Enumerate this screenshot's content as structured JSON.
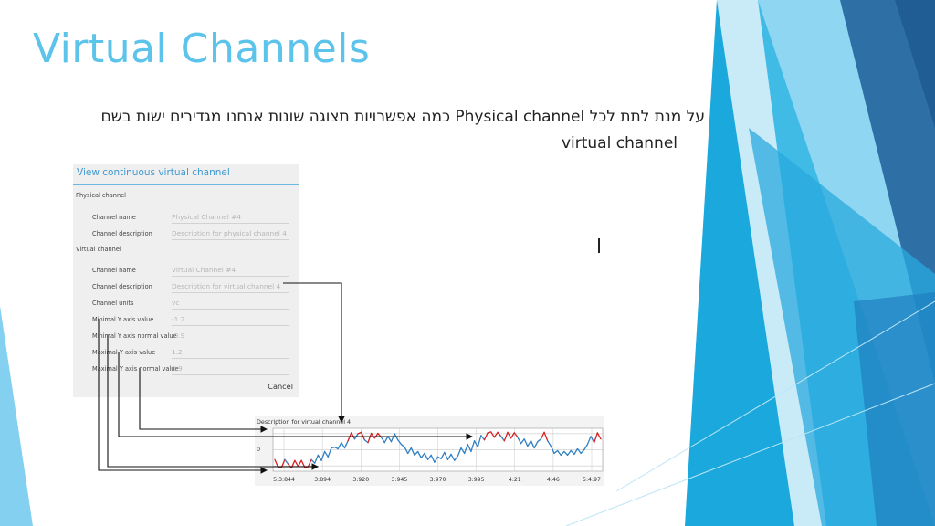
{
  "slide": {
    "title": "Virtual Channels",
    "subtitle_line1": "על מנת לתת לכל Physical channel כמה אפשרויות תצוגה שונות אנחנו מגדירים ישות בשם",
    "subtitle_line2": "virtual channel"
  },
  "dialog": {
    "title": "View continuous virtual channel",
    "physical_section": "Physical channel",
    "physical_fields": [
      {
        "label": "Channel name",
        "value": "Physical Channel #4"
      },
      {
        "label": "Channel description",
        "value": "Description for physical channel 4"
      }
    ],
    "virtual_section": "Virtual channel",
    "virtual_fields": [
      {
        "label": "Channel name",
        "value": "Virtual Channel #4"
      },
      {
        "label": "Channel description",
        "value": "Description for virtual channel 4"
      },
      {
        "label": "Channel units",
        "value": "vc"
      },
      {
        "label": "Minimal Y axis value",
        "value": "-1.2"
      },
      {
        "label": "Minimal Y axis normal value",
        "value": "-0.9"
      },
      {
        "label": "Maximal Y axis value",
        "value": "1.2"
      },
      {
        "label": "Maximal Y axis normal value",
        "value": "0.9"
      }
    ],
    "cancel_label": "Cancel"
  },
  "chart_data": {
    "type": "line",
    "description": "Description for virtual channel 4",
    "x_labels": [
      "5:3:844",
      "3:894",
      "3:920",
      "3:945",
      "3:970",
      "3:995",
      "4:21",
      "4:46",
      "5:4:97"
    ],
    "y_label_zero": "0",
    "ylim": [
      -1.2,
      1.2
    ],
    "normal_range": [
      -0.9,
      0.9
    ],
    "grid": true,
    "colors": {
      "normal": "#2f7fc4",
      "out_of_range": "#d61f1f"
    },
    "values": [
      -0.55,
      -0.98,
      -1.0,
      -0.55,
      -0.8,
      -1.02,
      -0.6,
      -0.92,
      -0.6,
      -0.98,
      -0.95,
      -0.55,
      -0.75,
      -0.3,
      -0.6,
      -0.1,
      -0.4,
      0.1,
      0.15,
      0.05,
      0.4,
      0.1,
      0.5,
      0.95,
      0.6,
      0.9,
      0.98,
      0.55,
      0.4,
      0.92,
      0.65,
      0.92,
      0.7,
      0.4,
      0.75,
      0.45,
      0.9,
      0.55,
      0.3,
      0.15,
      -0.2,
      0.1,
      -0.3,
      -0.1,
      -0.45,
      -0.2,
      -0.55,
      -0.3,
      -0.7,
      -0.4,
      -0.5,
      -0.15,
      -0.55,
      -0.25,
      -0.6,
      -0.35,
      0.1,
      -0.2,
      0.3,
      -0.1,
      0.5,
      0.15,
      0.8,
      0.55,
      0.95,
      1.0,
      0.7,
      0.98,
      0.75,
      0.5,
      0.98,
      0.65,
      0.95,
      0.7,
      0.35,
      0.6,
      0.2,
      0.5,
      0.1,
      0.45,
      0.6,
      0.98,
      0.5,
      0.2,
      -0.2,
      -0.05,
      -0.3,
      -0.1,
      -0.3,
      -0.05,
      -0.25,
      0.05,
      -0.2,
      0.0,
      0.3,
      0.75,
      0.4,
      0.95,
      0.6
    ]
  }
}
